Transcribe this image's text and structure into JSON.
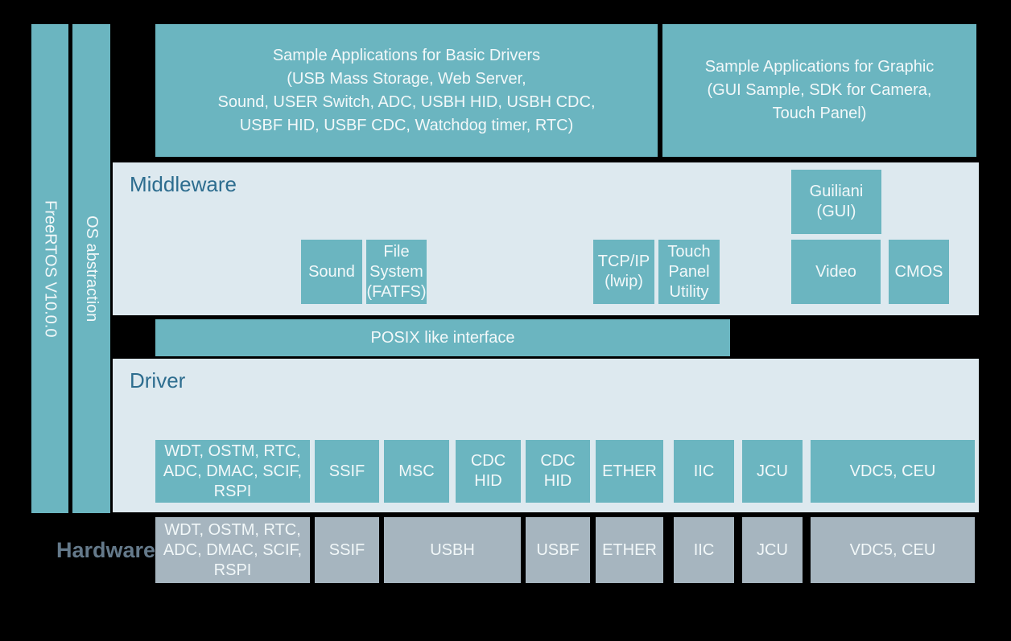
{
  "colors": {
    "background": "#000000",
    "block_teal": "#6bb5c0",
    "panel_light": "#dde9ef",
    "hardware_gray": "#a6b5bf",
    "section_title_blue": "#2d6d8f",
    "hardware_label_gray": "#64798a",
    "block_text": "#f2f8f9"
  },
  "left_bars": {
    "freertos": "FreeRTOS V10.0.0",
    "os_abstraction": "OS abstraction"
  },
  "sample_apps": {
    "basic": "Sample Applications for Basic Drivers\n(USB Mass Storage, Web Server,\nSound, USER Switch, ADC, USBH HID, USBH CDC,\nUSBF HID, USBF CDC, Watchdog timer, RTC)",
    "graphic": "Sample Applications for Graphic\n(GUI Sample, SDK for Camera,\nTouch Panel)"
  },
  "middleware": {
    "title": "Middleware",
    "blocks": {
      "sound": "Sound",
      "file_system": "File\nSystem\n(FATFS)",
      "tcpip": "TCP/IP\n(lwip)",
      "touch_panel_utility": "Touch\nPanel\nUtility",
      "guiliani": "Guiliani\n(GUI)",
      "video": "Video",
      "cmos": "CMOS"
    }
  },
  "posix": {
    "label": "POSIX like interface"
  },
  "driver": {
    "title": "Driver",
    "blocks": {
      "peripherals": "WDT, OSTM, RTC,\nADC, DMAC, SCIF,\nRSPI",
      "ssif": "SSIF",
      "msc": "MSC",
      "cdc_hid_1": "CDC\nHID",
      "cdc_hid_2": "CDC\nHID",
      "ether": "ETHER",
      "iic": "IIC",
      "jcu": "JCU",
      "vdc5_ceu": "VDC5, CEU"
    }
  },
  "hardware": {
    "title": "Hardware",
    "blocks": {
      "peripherals": "WDT, OSTM, RTC,\nADC, DMAC, SCIF,\nRSPI",
      "ssif": "SSIF",
      "usbh": "USBH",
      "usbf": "USBF",
      "ether": "ETHER",
      "iic": "IIC",
      "jcu": "JCU",
      "vdc5_ceu": "VDC5, CEU"
    }
  }
}
